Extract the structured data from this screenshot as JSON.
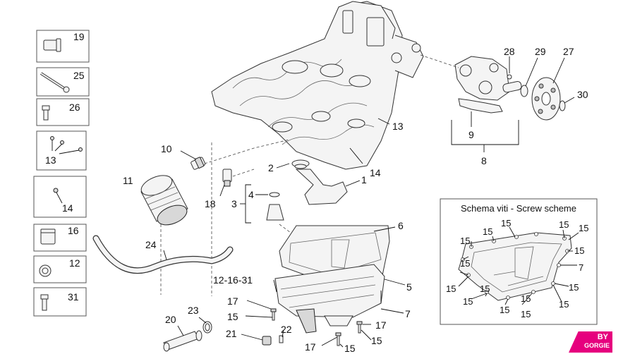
{
  "screw_scheme": {
    "title": "Schema viti - Screw scheme"
  },
  "callouts": {
    "c1": "1",
    "c2": "2",
    "c3": "3",
    "c4": "4",
    "c5": "5",
    "c6": "6",
    "c7a": "7",
    "c7b": "7",
    "c8": "8",
    "c9": "9",
    "c10": "10",
    "c11": "11",
    "c12_16_31": "12-16-31",
    "c13": "13",
    "c14": "14",
    "c15a": "15",
    "c15b": "15",
    "c15c": "15",
    "c17a": "17",
    "c17b": "17",
    "c17c": "17",
    "c18": "18",
    "c20": "20",
    "c21": "21",
    "c22": "22",
    "c23": "23",
    "c24": "24",
    "c27": "27",
    "c28": "28",
    "c29": "29",
    "c30": "30"
  },
  "inset_boxes": [
    {
      "label": "19"
    },
    {
      "label": "25"
    },
    {
      "label": "26"
    },
    {
      "label": "13"
    },
    {
      "label": "14"
    },
    {
      "label": "16"
    },
    {
      "label": "12"
    },
    {
      "label": "31"
    }
  ],
  "scheme_labels": {
    "s1": "15",
    "s2": "15",
    "s3": "15",
    "s4": "15",
    "s5": "15",
    "s6": "15",
    "s7": "15",
    "s8": "15",
    "s9": "15",
    "s10": "15",
    "s11": "15",
    "s12": "15",
    "s13": "15",
    "s14": "15",
    "s15": "15",
    "s16": "7"
  },
  "logo": {
    "line1": "BY",
    "line2": "GORGIE"
  }
}
